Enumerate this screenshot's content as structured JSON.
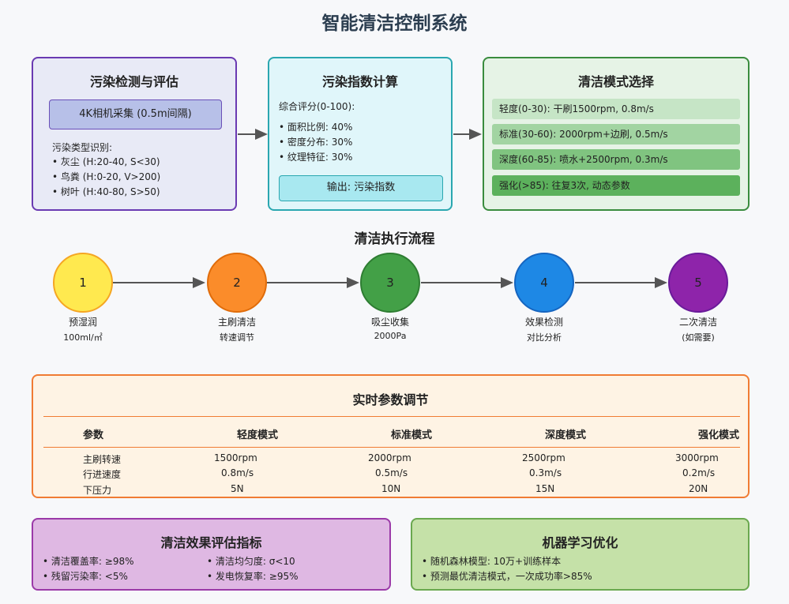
{
  "title": "智能清洁控制系统",
  "box1": {
    "title": "污染检测与评估",
    "inner": "4K相机采集 (0.5m间隔)",
    "list_title": "污染类型识别:",
    "items": [
      "灰尘 (H:20-40, S<30)",
      "鸟粪 (H:0-20, V>200)",
      "树叶 (H:40-80, S>50)"
    ]
  },
  "box2": {
    "title": "污染指数计算",
    "list_title": "综合评分(0-100):",
    "items": [
      "面积比例: 40%",
      "密度分布: 30%",
      "纹理特征: 30%"
    ],
    "output": "输出: 污染指数"
  },
  "box3": {
    "title": "清洁模式选择",
    "modes": [
      {
        "label": "轻度(0-30): 干刷1500rpm, 0.8m/s",
        "color": "#c6e5c6"
      },
      {
        "label": "标准(30-60): 2000rpm+边刷, 0.5m/s",
        "color": "#a2d4a2"
      },
      {
        "label": "深度(60-85): 喷水+2500rpm, 0.3m/s",
        "color": "#80c480"
      },
      {
        "label": "强化(>85): 往复3次, 动态参数",
        "color": "#5cb15c"
      }
    ]
  },
  "flow": {
    "title": "清洁执行流程",
    "steps": [
      {
        "num": "1",
        "name": "预湿润",
        "sub": "100ml/㎡",
        "fill": "#ffe94f",
        "border": "#f5a623"
      },
      {
        "num": "2",
        "name": "主刷清洁",
        "sub": "转速调节",
        "fill": "#fb8c2a",
        "border": "#e06c0a"
      },
      {
        "num": "3",
        "name": "吸尘收集",
        "sub": "2000Pa",
        "fill": "#43a047",
        "border": "#2e7d32"
      },
      {
        "num": "4",
        "name": "效果检测",
        "sub": "对比分析",
        "fill": "#1e88e5",
        "border": "#1565c0"
      },
      {
        "num": "5",
        "name": "二次清洁",
        "sub": "(如需要)",
        "fill": "#8e24aa",
        "border": "#6a1b9a"
      }
    ]
  },
  "table": {
    "title": "实时参数调节",
    "headers": [
      "参数",
      "轻度模式",
      "标准模式",
      "深度模式",
      "强化模式"
    ],
    "rows": [
      [
        "主刷转速",
        "1500rpm",
        "2000rpm",
        "2500rpm",
        "3000rpm"
      ],
      [
        "行进速度",
        "0.8m/s",
        "0.5m/s",
        "0.3m/s",
        "0.2m/s"
      ],
      [
        "下压力",
        "5N",
        "10N",
        "15N",
        "20N"
      ]
    ]
  },
  "eval": {
    "title": "清洁效果评估指标",
    "left": [
      "清洁覆盖率: ≥98%",
      "残留污染率: <5%"
    ],
    "right": [
      "清洁均匀度: σ<10",
      "发电恢复率: ≥95%"
    ]
  },
  "ml": {
    "title": "机器学习优化",
    "items": [
      "随机森林模型: 10万+训练样本",
      "预测最优清洁模式，一次成功率>85%"
    ]
  }
}
